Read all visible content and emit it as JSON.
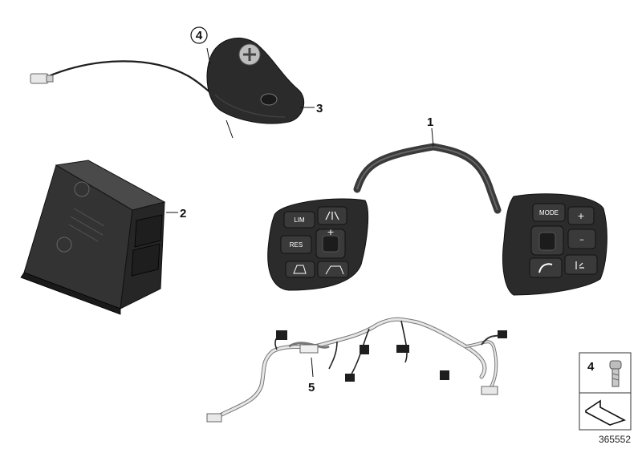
{
  "callouts": {
    "part1": "1",
    "part2": "2",
    "part3": "3",
    "part4": "4",
    "part5": "5"
  },
  "left_buttons": {
    "lim": "LIM",
    "res": "RES",
    "plus": "+",
    "minus": "–"
  },
  "right_buttons": {
    "mode": "MODE",
    "plus": "+",
    "minus": "–"
  },
  "legend": {
    "item_number": "4"
  },
  "diagram_number": "365552",
  "colors": {
    "part_dark": "#2b2b2b",
    "button_face": "#3a3a3a",
    "wire": "#222222",
    "harness_sleeve": "#e6e6e6"
  }
}
